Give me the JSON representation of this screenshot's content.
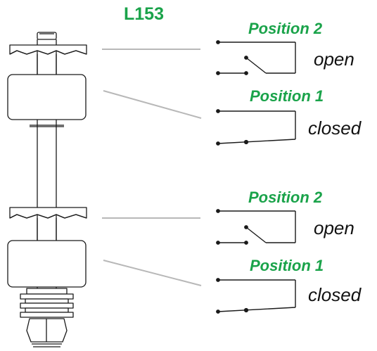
{
  "title": "L153",
  "colors": {
    "accent": "#1aa34a",
    "line": "#1a1a1a",
    "leader": "#b8b8b8"
  },
  "switches": [
    {
      "position_label": "Position 2",
      "state": "open"
    },
    {
      "position_label": "Position 1",
      "state": "closed"
    },
    {
      "position_label": "Position 2",
      "state": "open"
    },
    {
      "position_label": "Position 1",
      "state": "closed"
    }
  ]
}
